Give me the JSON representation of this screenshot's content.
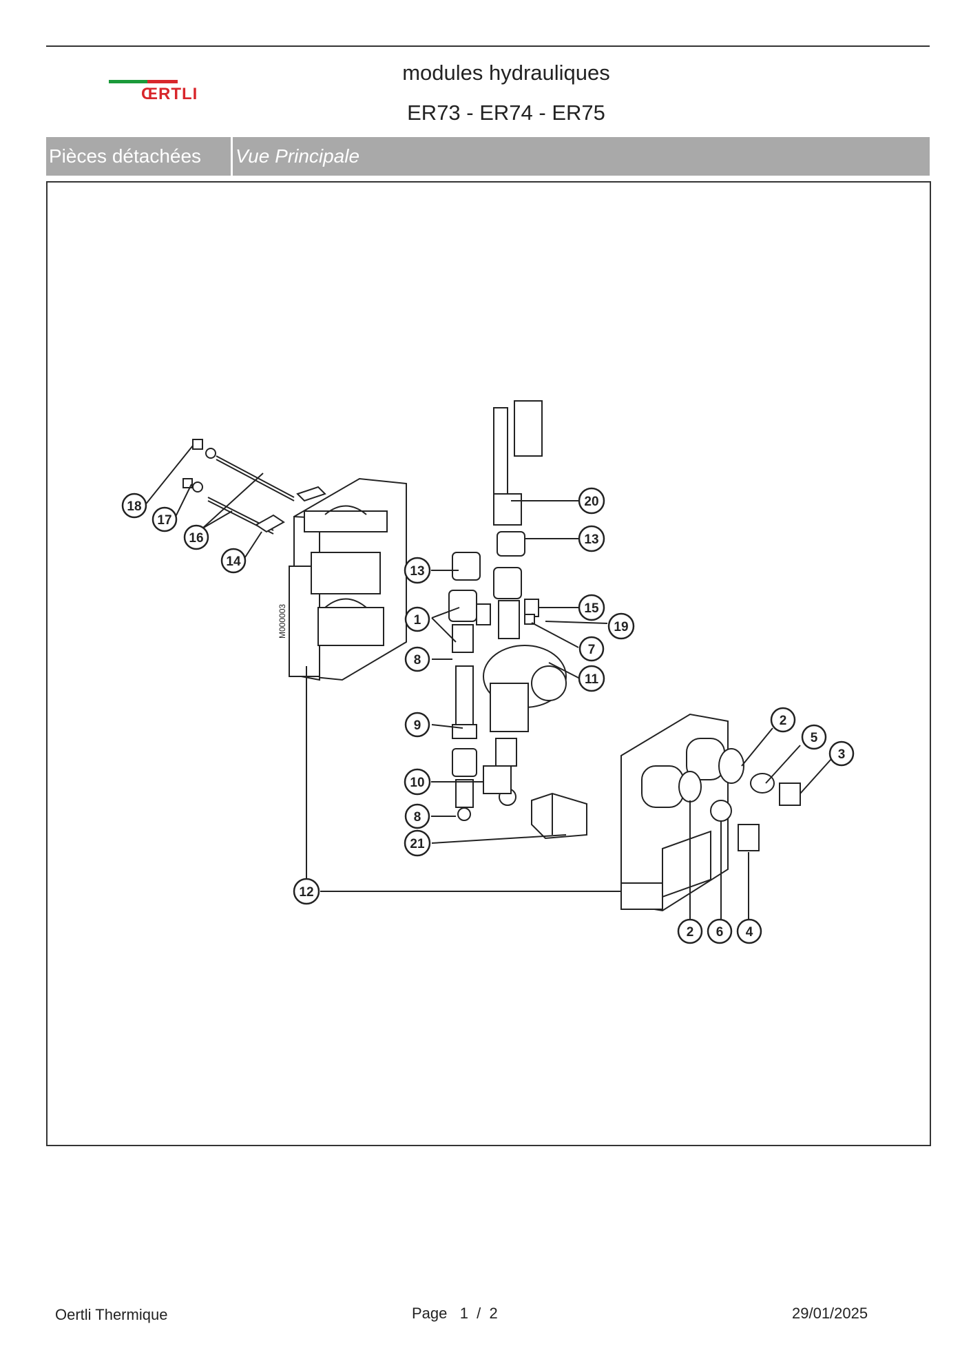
{
  "header": {
    "logo_text": "ŒRTLI",
    "title": "modules hydrauliques",
    "models": "ER73 - ER74 - ER75"
  },
  "tabs": {
    "section": "Pièces détachées",
    "view": "Vue Principale"
  },
  "diagram": {
    "drawing_ref": "M000003",
    "callouts": [
      "18",
      "17",
      "16",
      "14",
      "13",
      "1",
      "8",
      "9",
      "10",
      "8",
      "21",
      "12",
      "20",
      "13",
      "15",
      "19",
      "7",
      "11",
      "2",
      "5",
      "3",
      "2",
      "6",
      "4"
    ]
  },
  "footer": {
    "company": "Oertli Thermique",
    "page": "Page   1  /  2",
    "date": "29/01/2025"
  },
  "colors": {
    "logo_green": "#1a9a3a",
    "logo_red": "#d8262b",
    "tab_bar": "#a9a9a9"
  }
}
